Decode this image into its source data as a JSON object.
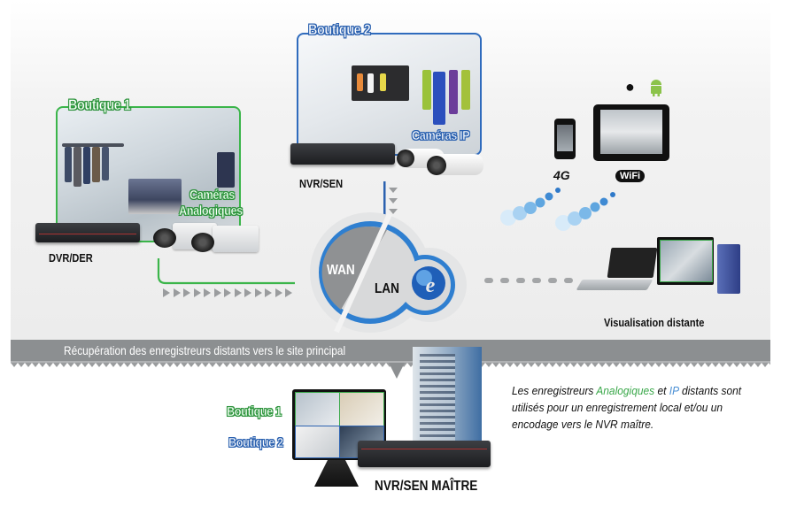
{
  "shops": {
    "shop1": {
      "title": "Boutique 1",
      "recorder_label": "DVR/DER",
      "camera_label_line1": "Caméras",
      "camera_label_line2": "Analogiques",
      "color": "#3aa84a"
    },
    "shop2": {
      "title": "Boutique 2",
      "recorder_label": "NVR/SEN",
      "camera_label": "Caméras IP",
      "color": "#2c62b0"
    }
  },
  "network": {
    "wan_label": "WAN",
    "lan_label": "LAN",
    "internet_icon": "internet-explorer-globe-icon",
    "ring_color": "#2f7fd0"
  },
  "mobile": {
    "os_icons": [
      "apple-icon",
      "android-icon"
    ],
    "phone_label": "4G",
    "tablet_label": "WiFi"
  },
  "remote": {
    "label": "Visualisation distante"
  },
  "banner": {
    "text": "Récupération des enregistreurs distants vers le site principal"
  },
  "master": {
    "monitor_labels": [
      "Boutique 1",
      "Boutique 2"
    ],
    "recorder_label": "NVR/SEN MAÎTRE"
  },
  "description": {
    "part1": "Les enregistreurs ",
    "analog": "Analogiques",
    "part2": " et ",
    "ip": "IP",
    "part3": " distants sont utilisés pour un enregistrement local et/ou un encodage vers le NVR maître."
  }
}
